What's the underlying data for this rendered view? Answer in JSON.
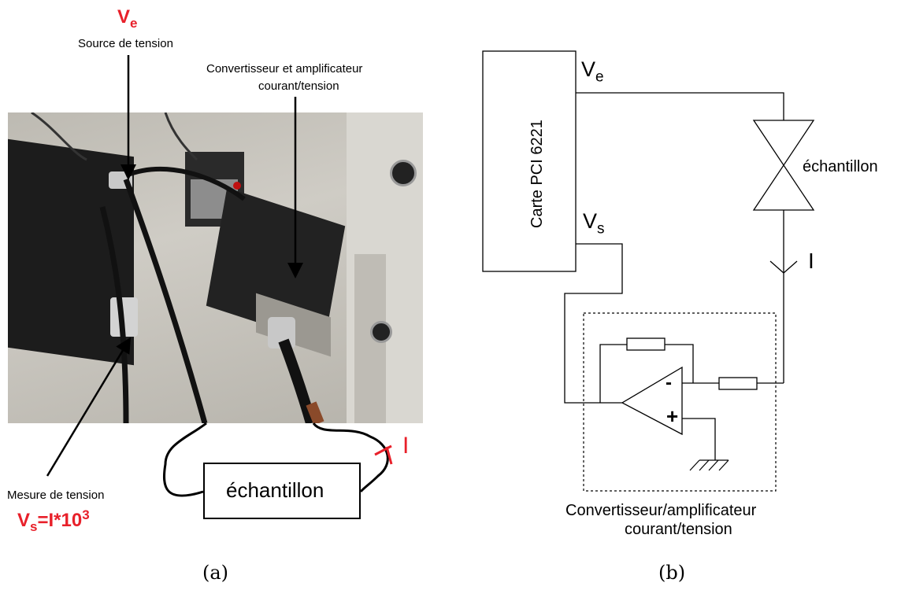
{
  "panel_a": {
    "ve_main": "V",
    "ve_sub": "e",
    "source_label": "Source de tension",
    "converter_label_line1": "Convertisseur et amplificateur",
    "converter_label_line2": "courant/tension",
    "sample_label": "échantillon",
    "current_label": "I",
    "measure_label": "Mesure de tension",
    "vs_main": "V",
    "vs_sub": "s",
    "vs_eq": "=I*10",
    "vs_exp": "3",
    "caption": "(a)",
    "colors": {
      "annotation_red": "#e8202a"
    }
  },
  "panel_b": {
    "card_label": "Carte PCI 6221",
    "ve_main": "V",
    "ve_sub": "e",
    "vs_main": "V",
    "vs_sub": "s",
    "sample_label": "échantillon",
    "current_label": "I",
    "minus": "-",
    "plus": "+",
    "converter_label_line1": "Convertisseur/amplificateur",
    "converter_label_line2": "courant/tension",
    "caption": "(b)"
  }
}
